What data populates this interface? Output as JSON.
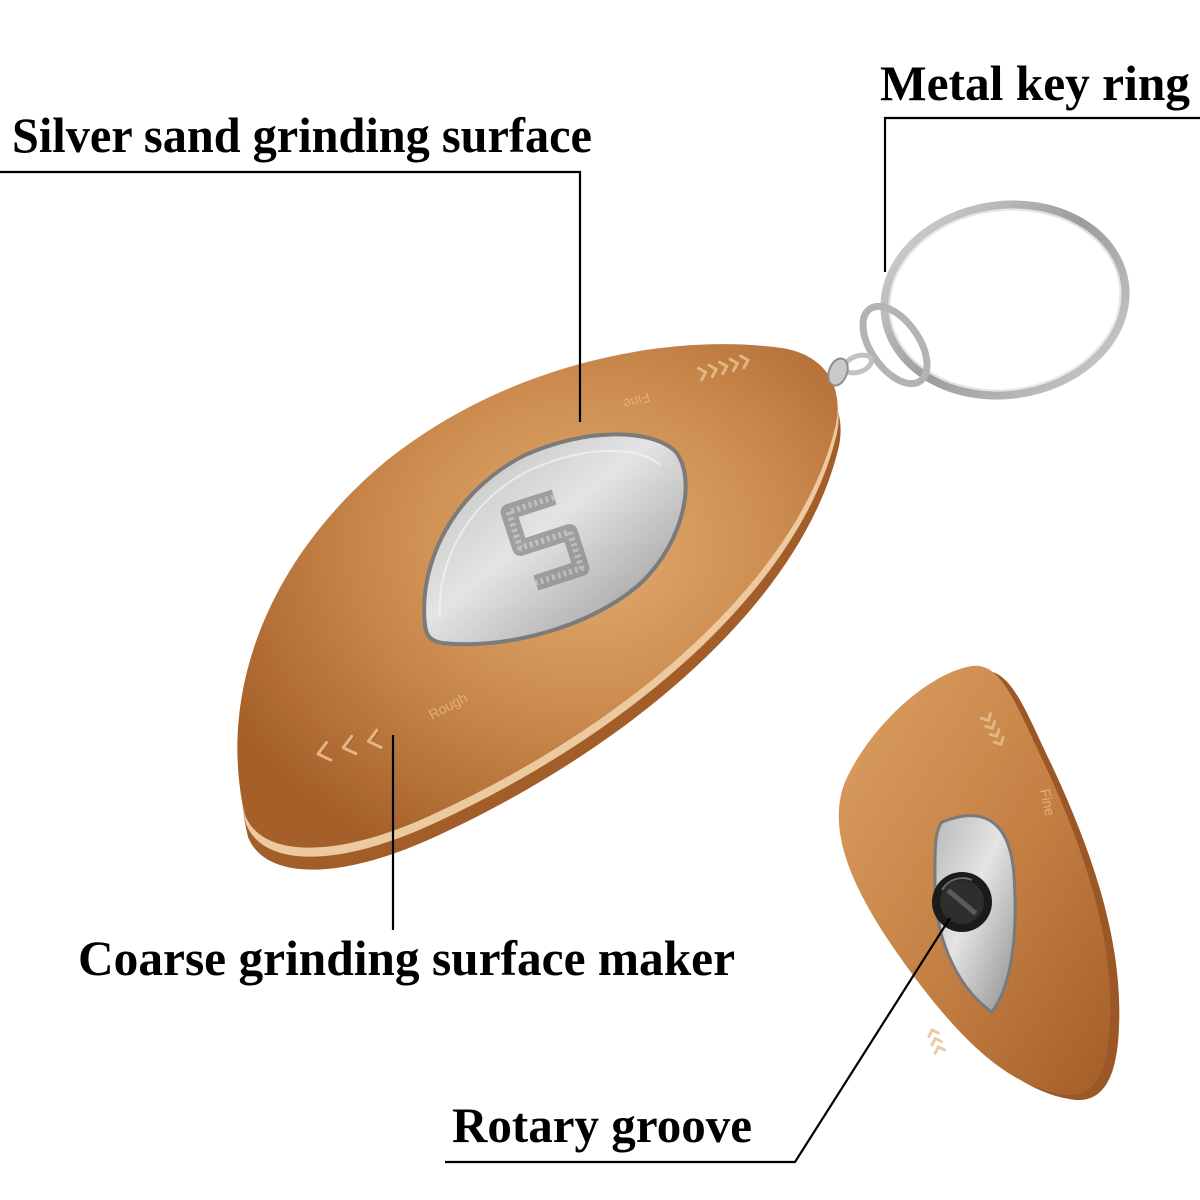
{
  "labels": {
    "silver_sand": "Silver sand grinding surface",
    "key_ring": "Metal key ring",
    "coarse_maker": "Coarse grinding surface maker",
    "rotary_groove": "Rotary groove"
  },
  "product_markings": {
    "main_coarse_side": "Rough",
    "main_fine_side": "Fine",
    "small_device_fine_side": "Fine"
  },
  "colors": {
    "background": "#ffffff",
    "copper_light": "#e2ad72",
    "copper_dark": "#a5602a",
    "silver_light": "#e4e4e4",
    "silver_dark": "#8f8f8f",
    "knob": "#1b1b1b",
    "leader_line": "#000000"
  }
}
